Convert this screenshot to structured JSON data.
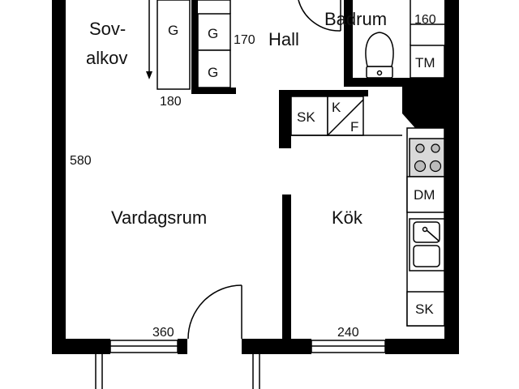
{
  "rooms": {
    "sovalkov_line1": "Sov-",
    "sovalkov_line2": "alkov",
    "hall": "Hall",
    "badrum": "Badrum",
    "vardagsrum": "Vardagsrum",
    "kok": "Kök"
  },
  "dimensions": {
    "sovalkov": "180",
    "hall": "170",
    "badrum": "160",
    "vardagsrum_height": "580",
    "vardagsrum_width": "360",
    "kok": "240"
  },
  "fixtures": {
    "wardrobe_1": "G",
    "wardrobe_2": "G",
    "wardrobe_3": "G",
    "cabinet_sk_hall": "SK",
    "cabinet_k": "K",
    "cabinet_f": "F",
    "washer_tm": "TM",
    "dishwasher_dm": "DM",
    "cabinet_sk_kitchen": "SK"
  },
  "colors": {
    "wall": "#000000",
    "fixture_fill": "#d9d9d9",
    "background": "#ffffff"
  }
}
